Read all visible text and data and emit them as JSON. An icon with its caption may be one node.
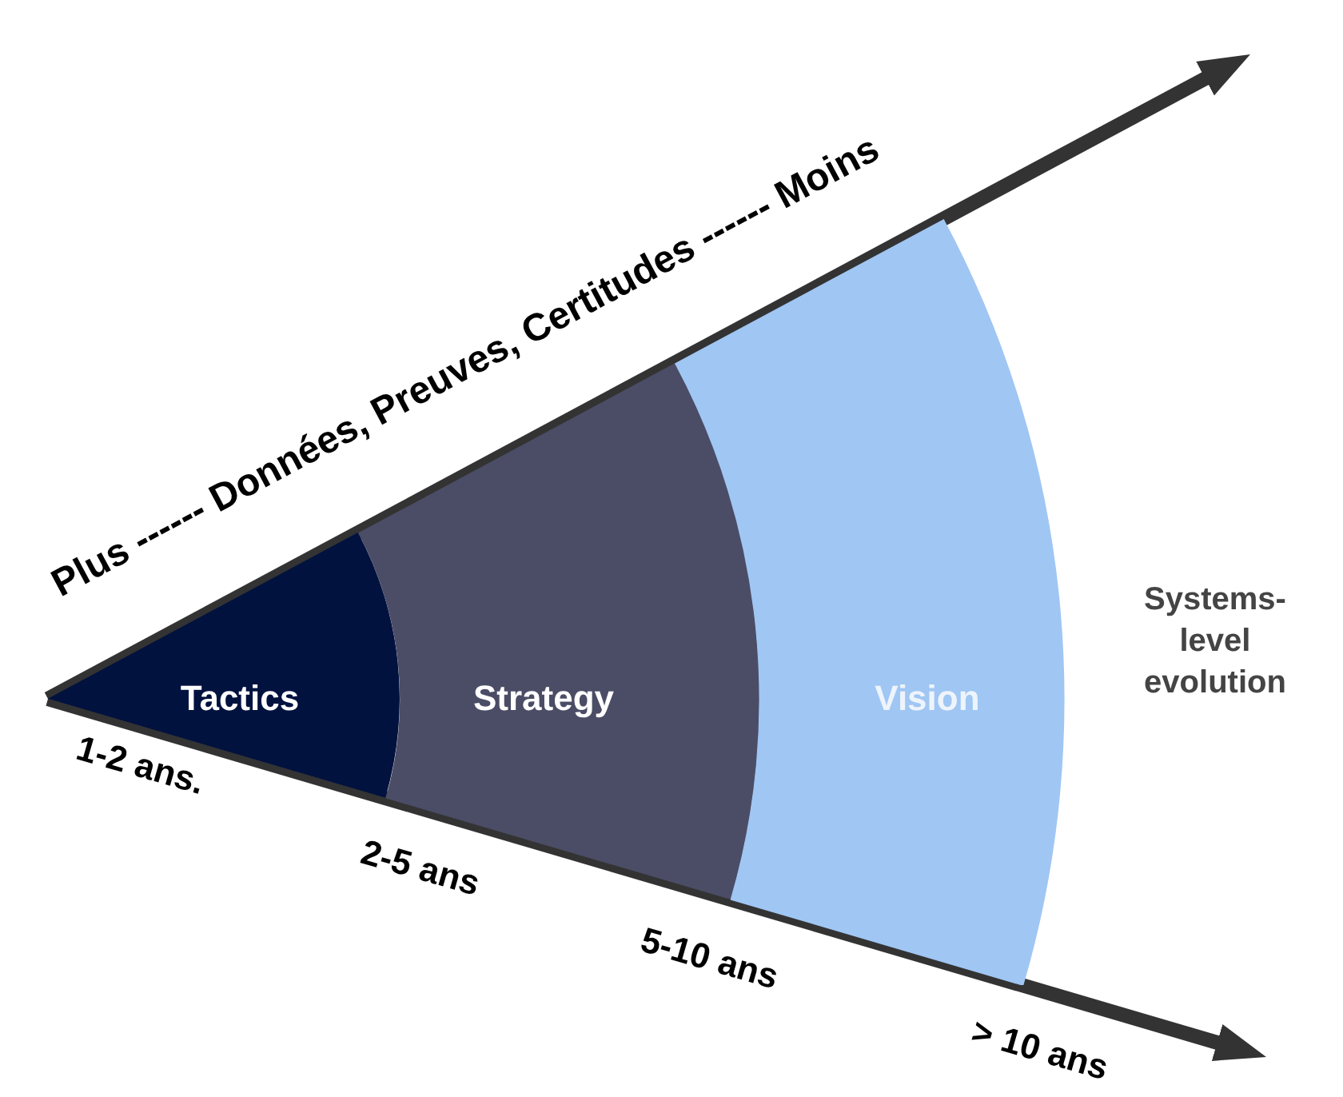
{
  "diagram": {
    "nodes": [
      {
        "text": [
          "Tactics"
        ]
      },
      {
        "text": [
          "Strategy"
        ]
      },
      {
        "text": [
          "Vision"
        ]
      }
    ],
    "labels": [
      "Plus ------ Données, Preuves, Certitudes ------ Moins",
      "Systems-level evolution",
      "1-2 ans.",
      "2-5 ans",
      "5-10 ans",
      "> 10 ans"
    ]
  }
}
